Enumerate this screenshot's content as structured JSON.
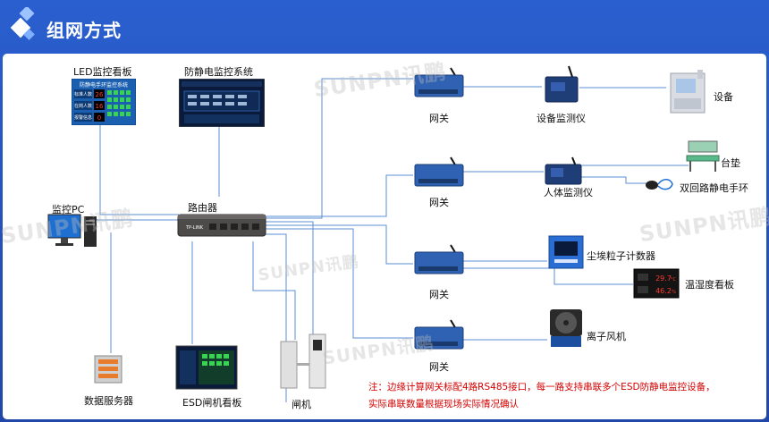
{
  "header": {
    "title": "组网方式"
  },
  "nodes": {
    "led_board": {
      "label": "LED监控看板",
      "screen_title": "防静电手环监控系统",
      "row1": "标准人数",
      "row2": "在岗人数",
      "row3": "报警信息",
      "value1": "26",
      "value2": "16",
      "value3": "0"
    },
    "esd_system": {
      "label": "防静电监控系统"
    },
    "monitor_pc": {
      "label": "监控PC"
    },
    "router": {
      "label": "路由器",
      "brand": "TP-LINK"
    },
    "gateway_1": {
      "label": "网关"
    },
    "gateway_2": {
      "label": "网关"
    },
    "gateway_3": {
      "label": "网关"
    },
    "gateway_4": {
      "label": "网关"
    },
    "equipment_monitor": {
      "label": "设备监测仪"
    },
    "equipment": {
      "label": "设备"
    },
    "human_monitor": {
      "label": "人体监测仪"
    },
    "mat": {
      "label": "台垫"
    },
    "wrist_strap": {
      "label": "双回路静电手环"
    },
    "dust_counter": {
      "label": "尘埃粒子计数器"
    },
    "temp_board": {
      "label": "温湿度看板",
      "temp": "29.7",
      "temp_unit": "°C",
      "humidity": "46.2",
      "humidity_unit": "%"
    },
    "ion_fan": {
      "label": "离子风机"
    },
    "db_server": {
      "label": "数据服务器"
    },
    "esd_gate_board": {
      "label": "ESD闸机看板"
    },
    "gate": {
      "label": "闸机"
    }
  },
  "watermark": "SUNPN讯鹏",
  "note": {
    "line1": "注：边缘计算网关标配4路RS485接口，每一路支持串联多个ESD防静电监控设备，",
    "line2": "实际串联数量根据现场实际情况确认"
  },
  "colors": {
    "header_bg": "#2450b8",
    "line": "#5b8fd6",
    "gateway_body": "#2f62b3",
    "note": "#d40000"
  }
}
